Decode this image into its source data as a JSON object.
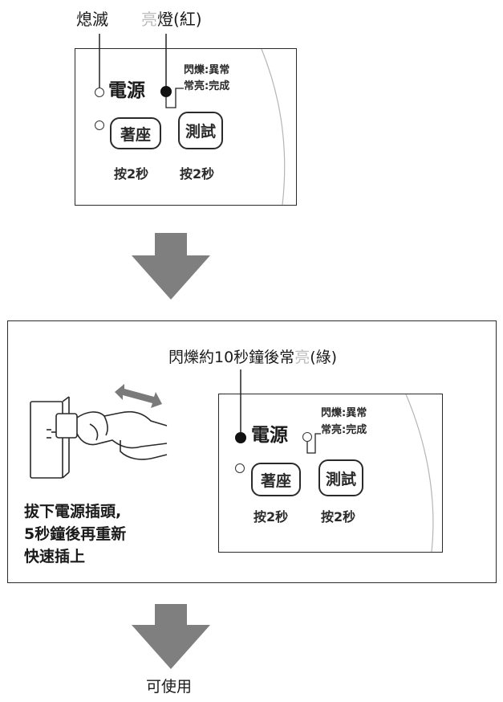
{
  "top": {
    "label_off": "熄滅",
    "label_lit_char": "亮",
    "label_lit_rest": "燈(紅)",
    "panel": {
      "power_label": "電源",
      "blink_note": "閃爍:異常",
      "steady_note": "常亮:完成",
      "seat_button": "著座",
      "test_button": "測試",
      "seat_press": "按2秒",
      "test_press": "按2秒"
    }
  },
  "middle": {
    "callout_prefix": "閃爍約10秒鐘後常",
    "callout_lit_char": "亮",
    "callout_suffix": "(綠)",
    "instruction_lines": [
      "拔下電源插頭,",
      "5秒鐘後再重新",
      "快速插上"
    ],
    "panel": {
      "power_label": "電源",
      "blink_note": "閃爍:異常",
      "steady_note": "常亮:完成",
      "seat_button": "著座",
      "test_button": "測試",
      "seat_press": "按2秒",
      "test_press": "按2秒"
    }
  },
  "bottom": {
    "result": "可使用"
  },
  "colors": {
    "arrow": "#7f7f7f",
    "muted_text": "#bdbdbd",
    "led_on": "#111111"
  },
  "icons": {
    "arrow": "down-arrow-icon",
    "plug": "unplug-hand-icon",
    "drag": "double-arrow-icon"
  }
}
